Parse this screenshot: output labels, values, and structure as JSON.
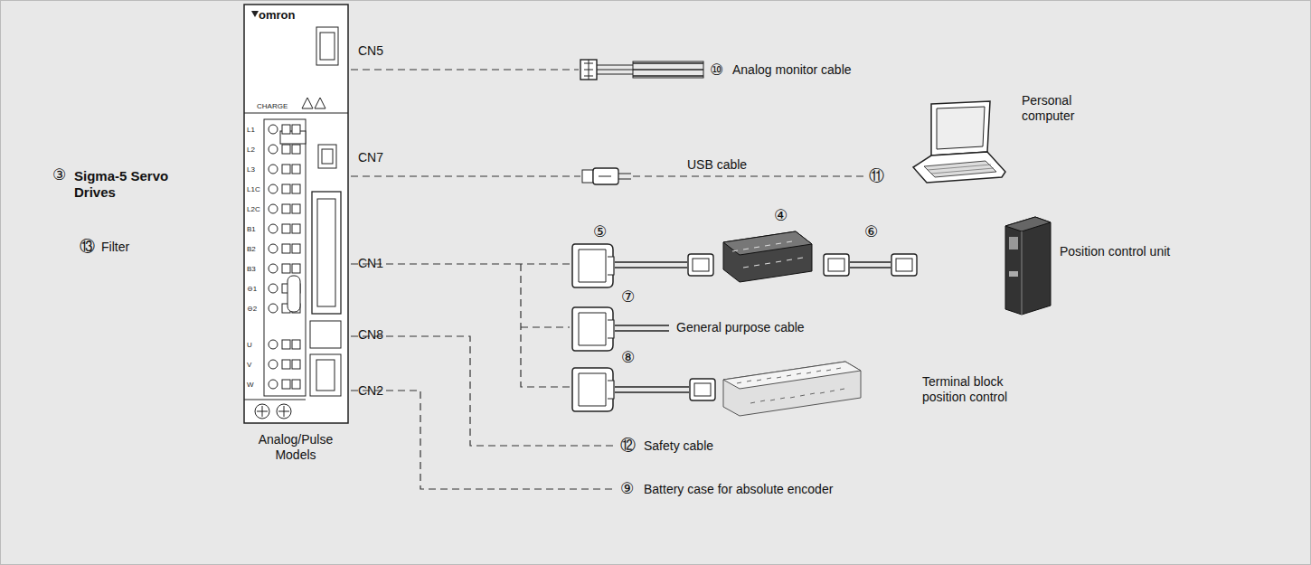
{
  "diagram": {
    "labels": [
      "omron",
      "CN5",
      "CN7",
      "CN1",
      "CN8",
      "CN2",
      "⑩",
      "Analog monitor cable",
      "Personal computer",
      "USB cable",
      "⑪",
      "⑤",
      "④",
      "⑥",
      "Position control unit",
      "⑦",
      "General purpose cable",
      "⑧",
      "Terminal block position control",
      "⑫",
      "Safety cable",
      "⑨",
      "Battery case for absolute encoder",
      "③",
      "Sigma-5 Servo Drives",
      "⑬",
      "Filter",
      "Analog/Pulse Models",
      "CHARGE",
      "L1",
      "L2",
      "L3",
      "L1C",
      "L2C",
      "B1",
      "B2",
      "B3",
      "⊖1",
      "⊖2",
      "U",
      "V",
      "W"
    ]
  }
}
